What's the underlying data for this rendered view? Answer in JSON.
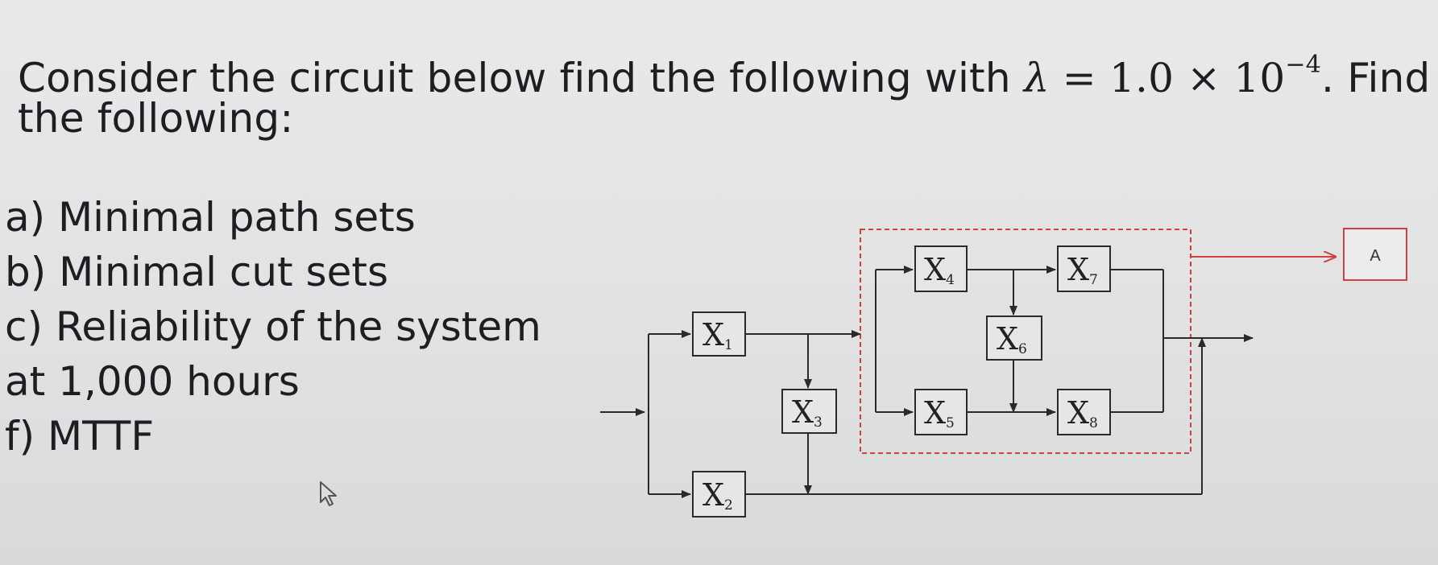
{
  "question": {
    "line1_text": "Consider the circuit below find the following with ",
    "lambda_symbol": "λ",
    "equals": " = 1.0 × 10",
    "exponent": "−4",
    "line1_end": ". Find",
    "line2": "the following:"
  },
  "items": [
    "a) Minimal path sets",
    "b) Minimal cut sets",
    "c) Reliability of the system",
    "at 1,000 hours",
    "f) MTTF"
  ],
  "diagram": {
    "blocks": [
      {
        "id": "x1",
        "letter": "X",
        "sub": "1"
      },
      {
        "id": "x2",
        "letter": "X",
        "sub": "2"
      },
      {
        "id": "x3",
        "letter": "X",
        "sub": "3"
      },
      {
        "id": "x4",
        "letter": "X",
        "sub": "4"
      },
      {
        "id": "x5",
        "letter": "X",
        "sub": "5"
      },
      {
        "id": "x6",
        "letter": "X",
        "sub": "6"
      },
      {
        "id": "x7",
        "letter": "X",
        "sub": "7"
      },
      {
        "id": "x8",
        "letter": "X",
        "sub": "8"
      }
    ],
    "group_label": "A",
    "group_color": "#d24040",
    "line_color": "#2a2a2a"
  }
}
